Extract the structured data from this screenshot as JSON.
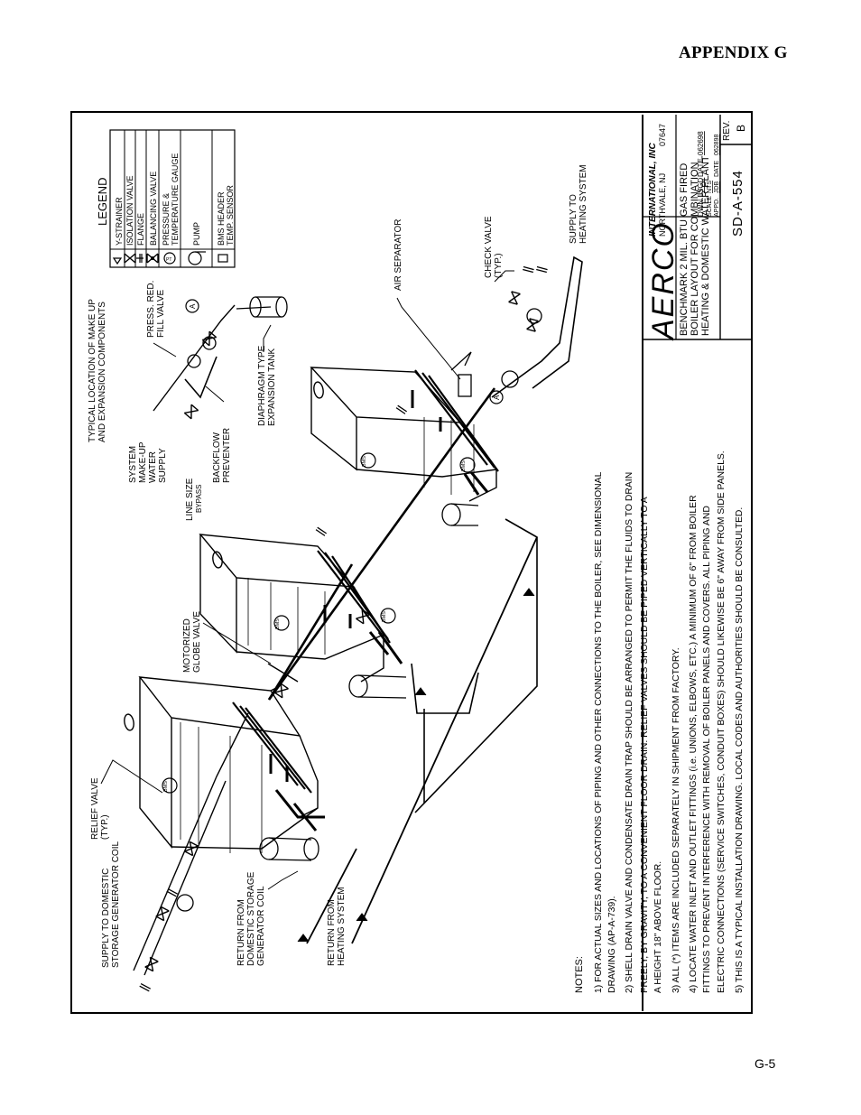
{
  "page": {
    "header": "APPENDIX G",
    "page_number": "G-5"
  },
  "title_block": {
    "company": "AERCO",
    "company_suffix": "INTERNATIONAL, INC",
    "address": "NORTHVALE, NJ",
    "zip": "07647",
    "drawing_title": [
      "BENCHMARK 2 MIL. BTU GAS FIRED",
      "BOILER LAYOUT FOR COMBINATION",
      "HEATING & DOMESTIC WATER PLANT"
    ],
    "dwn_by": "DWN.BY",
    "dwn_name": "SGD",
    "date_label": "DATE",
    "dwn_date": "062698",
    "scale_label": "SCALE",
    "scale_value": "NTS",
    "appd_label": "APPD.",
    "appd_name": "JDB",
    "appd_date": "062898",
    "drawing_number": "SD-A-554",
    "rev_label": "REV.",
    "rev_value": "B"
  },
  "legend": {
    "title": "LEGEND",
    "items": [
      {
        "symbol": "Y-strainer",
        "label": "Y-STRAINER"
      },
      {
        "symbol": "isolation-valve",
        "label": "ISOLATION VALVE"
      },
      {
        "symbol": "flange",
        "label": "FLANGE"
      },
      {
        "symbol": "balancing-valve",
        "label": "BALANCING VALVE"
      },
      {
        "symbol": "pressure-gauge",
        "label": "PRESSURE &"
      },
      {
        "symbol": "pressure-gauge-2",
        "label": "TEMPERATURE GAUGE"
      },
      {
        "symbol": "pump",
        "label": "PUMP"
      },
      {
        "symbol": "bms-sensor",
        "label": "BMS HEADER"
      },
      {
        "symbol": "bms-sensor-2",
        "label": "TEMP. SENSOR"
      }
    ]
  },
  "callouts": {
    "supply_domestic": [
      "SUPPLY TO DOMESTIC",
      "STORAGE GENERATOR COIL"
    ],
    "relief_valve": [
      "RELIEF VALVE",
      "(TYP.)"
    ],
    "return_domestic": [
      "RETURN FROM",
      "DOMESTIC STORAGE",
      "GENERATOR COIL"
    ],
    "return_heating": [
      "RETURN FROM",
      "HEATING SYSTEM"
    ],
    "motorized_globe": [
      "MOTORIZED",
      "GLOBE VALVE"
    ],
    "line_size_bypass": [
      "LINE SIZE",
      "BYPASS"
    ],
    "system_makeup": [
      "SYSTEM",
      "MAKE-UP",
      "WATER",
      "SUPPLY"
    ],
    "backflow": [
      "BACKFLOW",
      "PREVENTER"
    ],
    "typical_location": [
      "TYPICAL LOCATION OF MAKE UP",
      "AND EXPANSION COMPONENTS"
    ],
    "diaphragm_tank": [
      "DIAPHRAGM TYPE",
      "EXPANSION TANK"
    ],
    "press_red": [
      "PRESS. RED.",
      "FILL VALVE"
    ],
    "air_separator": "AIR SEPARATOR",
    "check_valve": [
      "CHECK VALVE",
      "(TYP.)"
    ],
    "supply_heating": [
      "SUPPLY TO",
      "HEATING SYSTEM"
    ]
  },
  "notes": {
    "title": "NOTES:",
    "lines": [
      "1) FOR ACTUAL SIZES AND LOCATIONS OF PIPING AND OTHER CONNECTIONS TO THE BOILER, SEE DIMENSIONAL",
      "    DRAWING (AP-A-739).",
      "2) SHELL DRAIN VALVE AND CONDENSATE DRAIN TRAP SHOULD BE ARRANGED TO PERMIT THE FLUIDS TO DRAIN",
      "    FREELY, BY GRAVITY, TO A CONVENIENT FLOOR DRAIN.  RELIEF VALVES SHOULD BE PIPED VERTICALLY TO A",
      "    A HEIGHT 18\" ABOVE FLOOR.",
      "3) ALL (*) ITEMS ARE INCLUDED SEPARATELY IN SHIPMENT FROM FACTORY.",
      "4) LOCATE WATER INLET AND OUTLET FITTINGS (i.e. UNIONS, ELBOWS, ETC.) A MINIMUM OF 6\" FROM BOILER",
      "    FITTINGS TO PREVENT INTERFERENCE WITH REMOVAL OF BOILER PANELS AND COVERS.  ALL PIPING AND",
      "    ELECTRIC CONNECTIONS (SERVICE SWITCHES, CONDUIT BOXES) SHOULD LIKEWISE BE 6\" AWAY FROM SIDE PANELS.",
      "5) THIS IS A TYPICAL INSTALLATION DRAWING.  LOCAL CODES AND AUTHORITIES SHOULD BE CONSULTED."
    ]
  },
  "marks": {
    "bms": "BMS",
    "a_mark": "A"
  }
}
